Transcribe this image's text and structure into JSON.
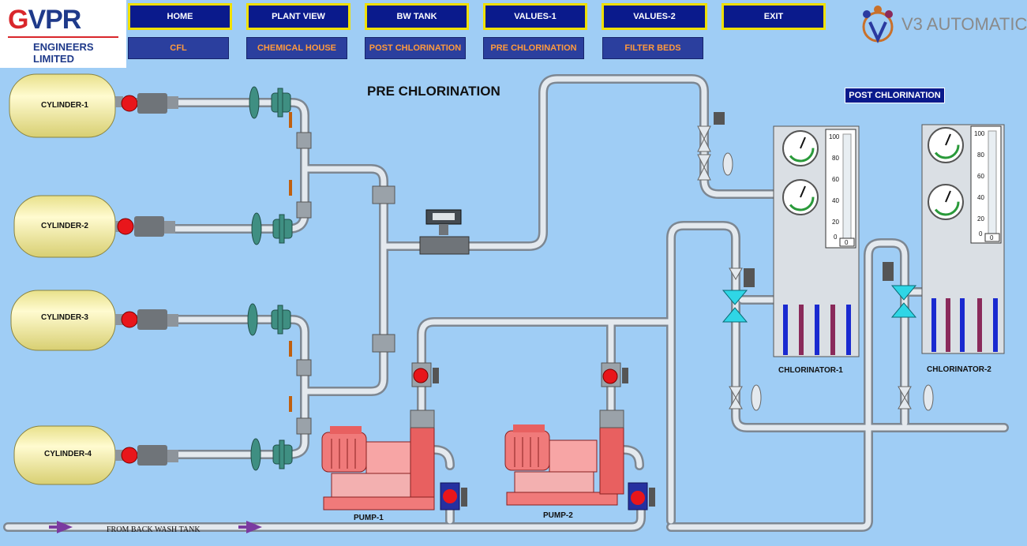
{
  "header": {
    "company_name_red": "G",
    "company_name_blue": "VPR",
    "company_subtitle": "ENGINEERS LIMITED",
    "brand_name": "V3 AUTOMATIC"
  },
  "nav": {
    "top": [
      "HOME",
      "PLANT VIEW",
      "BW  TANK",
      "VALUES-1",
      "VALUES-2",
      "EXIT"
    ],
    "sub": [
      "CFL",
      "CHEMICAL HOUSE",
      "POST  CHLORINATION",
      "PRE CHLORINATION",
      "FILTER BEDS"
    ]
  },
  "page_title": "PRE CHLORINATION",
  "post_chlorination_button": "POST  CHLORINATION",
  "cylinders": [
    "CYLINDER-1",
    "CYLINDER-2",
    "CYLINDER-3",
    "CYLINDER-4"
  ],
  "pumps": [
    "PUMP-1",
    "PUMP-2"
  ],
  "chlorinators": [
    {
      "label": "CHLORINATOR-1",
      "scale": [
        "100",
        "80",
        "60",
        "40",
        "20",
        "0"
      ],
      "reading": "0"
    },
    {
      "label": "CHLORINATOR-2",
      "scale": [
        "100",
        "80",
        "60",
        "40",
        "20",
        "0"
      ],
      "reading": "0"
    }
  ],
  "flow_label": "FROM BACK WASH TANK",
  "colors": {
    "background": "#9fcdf5",
    "pipe": "#cfd6de",
    "nav_bg": "#0a1a8c",
    "nav_border": "#f0e000",
    "sub_text": "#ff9a3c",
    "pump": "#f07a7a",
    "valve_cyan": "#2fd6e6",
    "cylinder": "#fbf6b4"
  }
}
